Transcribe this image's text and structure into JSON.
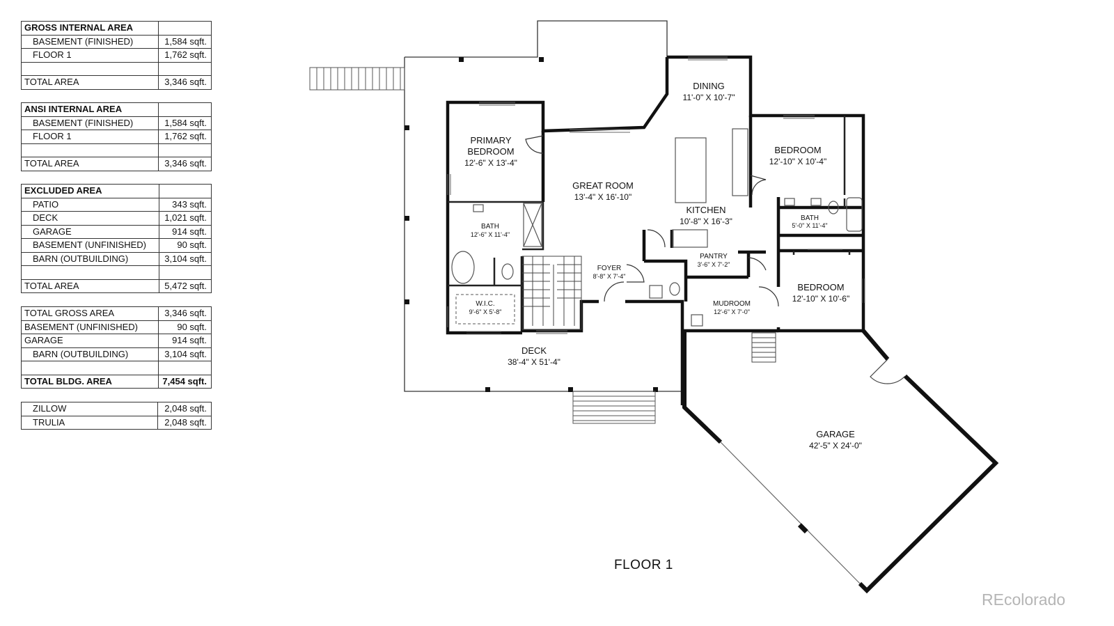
{
  "tables": [
    {
      "header": "GROSS INTERNAL AREA",
      "rows": [
        {
          "label": "BASEMENT (FINISHED)",
          "value": "1,584 sqft."
        },
        {
          "label": "FLOOR 1",
          "value": "1,762 sqft."
        }
      ],
      "total_label": "TOTAL AREA",
      "total_value": "3,346 sqft."
    },
    {
      "header": "ANSI INTERNAL AREA",
      "rows": [
        {
          "label": "BASEMENT (FINISHED)",
          "value": "1,584 sqft."
        },
        {
          "label": "FLOOR 1",
          "value": "1,762 sqft."
        }
      ],
      "total_label": "TOTAL AREA",
      "total_value": "3,346 sqft."
    },
    {
      "header": "EXCLUDED AREA",
      "rows": [
        {
          "label": "PATIO",
          "value": "343 sqft."
        },
        {
          "label": "DECK",
          "value": "1,021 sqft."
        },
        {
          "label": "GARAGE",
          "value": "914 sqft."
        },
        {
          "label": "BASEMENT (UNFINISHED)",
          "value": "90 sqft."
        },
        {
          "label": "BARN (OUTBUILDING)",
          "value": "3,104 sqft."
        }
      ],
      "total_label": "TOTAL AREA",
      "total_value": "5,472 sqft."
    },
    {
      "rows": [
        {
          "label": "TOTAL GROSS AREA",
          "value": "3,346 sqft."
        },
        {
          "label": "BASEMENT (UNFINISHED)",
          "value": "90 sqft."
        },
        {
          "label": "GARAGE",
          "value": "914 sqft."
        },
        {
          "label": "BARN (OUTBUILDING)",
          "value": "3,104 sqft."
        }
      ],
      "total_label": "TOTAL BLDG. AREA",
      "total_value": "7,454 sqft."
    },
    {
      "rows": [
        {
          "label": "ZILLOW",
          "value": "2,048 sqft."
        },
        {
          "label": "TRULIA",
          "value": "2,048 sqft."
        }
      ]
    }
  ],
  "rooms": {
    "dining": {
      "name": "DINING",
      "dims": "11'-0\" X 10'-7\""
    },
    "primary": {
      "name1": "PRIMARY",
      "name2": "BEDROOM",
      "dims": "12'-6\" X 13'-4\""
    },
    "great": {
      "name": "GREAT ROOM",
      "dims": "13'-4\" X 16'-10\""
    },
    "kitchen": {
      "name": "KITCHEN",
      "dims": "10'-8\" X 16'-3\""
    },
    "bedroom_ne": {
      "name": "BEDROOM",
      "dims": "12'-10\" X 10'-4\""
    },
    "bath_e": {
      "name": "BATH",
      "dims": "5'-0\" X 11'-4\""
    },
    "bath_w": {
      "name": "BATH",
      "dims": "12'-6\" X 11'-4\""
    },
    "pantry": {
      "name": "PANTRY",
      "dims": "3'-6\" X 7'-2\""
    },
    "foyer": {
      "name": "FOYER",
      "dims": "8'-8\" X 7'-4\""
    },
    "bedroom_se": {
      "name": "BEDROOM",
      "dims": "12'-10\" X 10'-6\""
    },
    "wic": {
      "name": "W.I.C.",
      "dims": "9'-6\" X 5'-8\""
    },
    "mudroom": {
      "name": "MUDROOM",
      "dims": "12'-6\" X 7'-0\""
    },
    "deck": {
      "name": "DECK",
      "dims": "38'-4\" X 51'-4\""
    },
    "garage": {
      "name": "GARAGE",
      "dims": "42'-5\" X 24'-0\""
    }
  },
  "floor_title": "FLOOR 1",
  "watermark": "REcolorado"
}
